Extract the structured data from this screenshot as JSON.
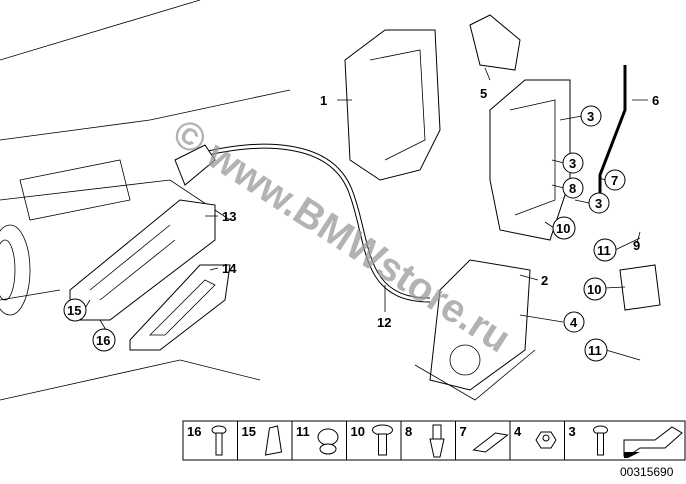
{
  "diagram": {
    "watermark": "© www.BMWstore.ru",
    "drawing_number": "00315690",
    "callouts": {
      "c1": "1",
      "c2": "2",
      "c3a": "3",
      "c3b": "3",
      "c3c": "3",
      "c4": "4",
      "c5": "5",
      "c6": "6",
      "c7": "7",
      "c8": "8",
      "c9": "9",
      "c10a": "10",
      "c10b": "10",
      "c11a": "11",
      "c11b": "11",
      "c12": "12",
      "c13": "13",
      "c14": "14",
      "c15": "15",
      "c16": "16"
    },
    "legend_strip": [
      "16",
      "15",
      "11",
      "10",
      "8",
      "7",
      "4",
      "3"
    ]
  }
}
